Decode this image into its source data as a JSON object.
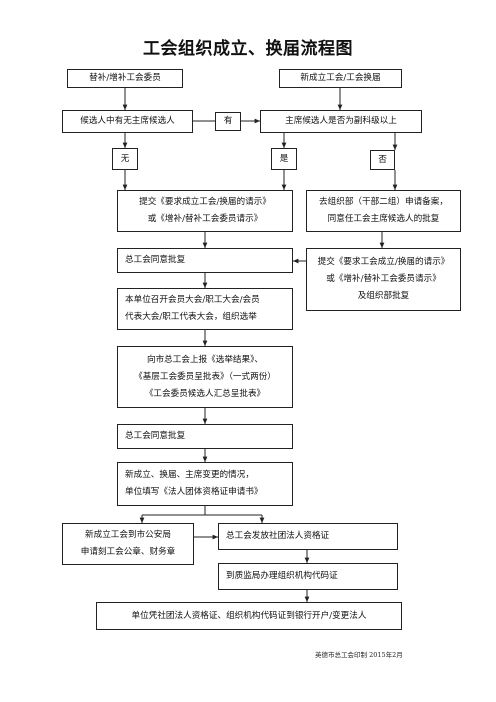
{
  "title": "工会组织成立、换届流程图",
  "nodes": {
    "n1": "替补/增补工会委员",
    "n2": "新成立工会/工会换届",
    "n3": "候选人中有无主席候选人",
    "n_you": "有",
    "n4": "主席候选人是否为副科级以上",
    "n_wu": "无",
    "n_shi": "是",
    "n_fou": "否",
    "n5": [
      "提交《要求成立工会/换届的请示》",
      "或《增补/替补工会委员请示》"
    ],
    "n6": [
      "去组织部（干部二组）申请备案，",
      "同意任工会主席候选人的批复"
    ],
    "n7": "总工会同意批复",
    "n8": [
      "提交《要求工会成立/换届的请示》",
      "或《增补/替补工会委员请示》",
      "及组织部批复"
    ],
    "n9": [
      "本单位召开会员大会/职工大会/会员",
      "代表大会/职工代表大会，组织选举"
    ],
    "n10": [
      "向市总工会上报《选举结果》、",
      "《基层工会委员呈批表》（一式两份）",
      "《工会委员候选人汇总呈批表》"
    ],
    "n11": "总工会同意批复",
    "n12": [
      "新成立、换届、主席变更的情况，",
      "单位填写《法人团体资格证申请书》"
    ],
    "n13": [
      "新成立工会到市公安局",
      "申请刻工会公章、财务章"
    ],
    "n14": "总工会发放社团法人资格证",
    "n15": "到质监局办理组织机构代码证",
    "n16": "单位凭社团法人资格证、组织机构代码证到银行开户/变更法人"
  },
  "footer": "英德市总工会印制 2015年2月"
}
